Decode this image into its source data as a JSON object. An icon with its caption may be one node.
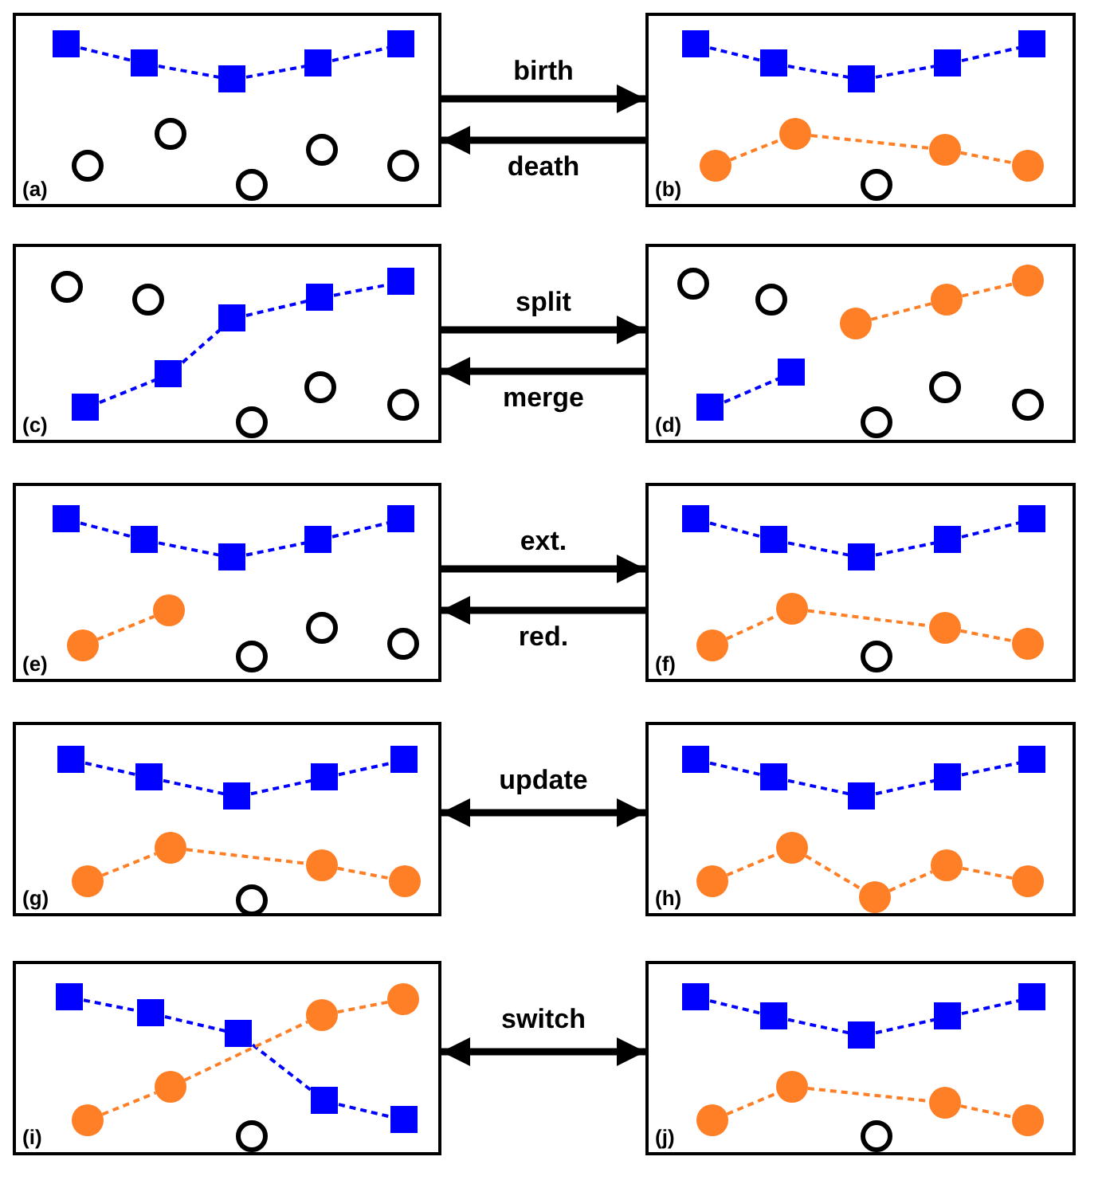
{
  "diagram": {
    "nodes": [
      {
        "text": [
          "(a)"
        ]
      },
      {
        "text": [],
        "shape": "box",
        "in": 0
      },
      {
        "text": [],
        "shape": "box",
        "in": 0
      },
      {
        "text": [],
        "shape": "box",
        "in": 0
      },
      {
        "text": [],
        "shape": "box",
        "in": 0
      },
      {
        "text": [],
        "shape": "box",
        "in": 0
      },
      {
        "text": [],
        "shape": "circle",
        "in": 0
      },
      {
        "text": [],
        "shape": "circle",
        "in": 0
      },
      {
        "text": [],
        "shape": "circle",
        "in": 0
      },
      {
        "text": [],
        "shape": "circle",
        "in": 0
      },
      {
        "text": [],
        "shape": "circle",
        "in": 0
      },
      {
        "text": [
          "(b)"
        ]
      },
      {
        "text": [],
        "shape": "box",
        "in": 11
      },
      {
        "text": [],
        "shape": "box",
        "in": 11
      },
      {
        "text": [],
        "shape": "box",
        "in": 11
      },
      {
        "text": [],
        "shape": "box",
        "in": 11
      },
      {
        "text": [],
        "shape": "box",
        "in": 11
      },
      {
        "text": [],
        "shape": "circle",
        "in": 11
      },
      {
        "text": [],
        "shape": "circle",
        "in": 11
      },
      {
        "text": [],
        "shape": "circle",
        "in": 11
      },
      {
        "text": [],
        "shape": "circle",
        "in": 11
      },
      {
        "text": [],
        "shape": "circle",
        "in": 11
      },
      {
        "text": [
          "(c)"
        ]
      },
      {
        "text": [],
        "shape": "box",
        "in": 22
      },
      {
        "text": [],
        "shape": "box",
        "in": 22
      },
      {
        "text": [],
        "shape": "box",
        "in": 22
      },
      {
        "text": [],
        "shape": "box",
        "in": 22
      },
      {
        "text": [],
        "shape": "box",
        "in": 22
      },
      {
        "text": [],
        "shape": "circle",
        "in": 22
      },
      {
        "text": [],
        "shape": "circle",
        "in": 22
      },
      {
        "text": [],
        "shape": "circle",
        "in": 22
      },
      {
        "text": [],
        "shape": "circle",
        "in": 22
      },
      {
        "text": [],
        "shape": "circle",
        "in": 22
      },
      {
        "text": [
          "(d)"
        ]
      },
      {
        "text": [],
        "shape": "box",
        "in": 33
      },
      {
        "text": [],
        "shape": "box",
        "in": 33
      },
      {
        "text": [],
        "shape": "circle",
        "in": 33
      },
      {
        "text": [],
        "shape": "circle",
        "in": 33
      },
      {
        "text": [],
        "shape": "circle",
        "in": 33
      },
      {
        "text": [],
        "shape": "circle",
        "in": 33
      },
      {
        "text": [],
        "shape": "circle",
        "in": 33
      },
      {
        "text": [],
        "shape": "circle",
        "in": 33
      },
      {
        "text": [],
        "shape": "circle",
        "in": 33
      },
      {
        "text": [],
        "shape": "circle",
        "in": 33
      },
      {
        "text": [
          "(e)"
        ]
      },
      {
        "text": [],
        "shape": "box",
        "in": 44
      },
      {
        "text": [],
        "shape": "box",
        "in": 44
      },
      {
        "text": [],
        "shape": "box",
        "in": 44
      },
      {
        "text": [],
        "shape": "box",
        "in": 44
      },
      {
        "text": [],
        "shape": "box",
        "in": 44
      },
      {
        "text": [],
        "shape": "circle",
        "in": 44
      },
      {
        "text": [],
        "shape": "circle",
        "in": 44
      },
      {
        "text": [],
        "shape": "circle",
        "in": 44
      },
      {
        "text": [],
        "shape": "circle",
        "in": 44
      },
      {
        "text": [],
        "shape": "circle",
        "in": 44
      },
      {
        "text": [
          "(f)"
        ]
      },
      {
        "text": [],
        "shape": "box",
        "in": 55
      },
      {
        "text": [],
        "shape": "box",
        "in": 55
      },
      {
        "text": [],
        "shape": "box",
        "in": 55
      },
      {
        "text": [],
        "shape": "box",
        "in": 55
      },
      {
        "text": [],
        "shape": "box",
        "in": 55
      },
      {
        "text": [],
        "shape": "circle",
        "in": 55
      },
      {
        "text": [],
        "shape": "circle",
        "in": 55
      },
      {
        "text": [],
        "shape": "circle",
        "in": 55
      },
      {
        "text": [],
        "shape": "circle",
        "in": 55
      },
      {
        "text": [],
        "shape": "circle",
        "in": 55
      },
      {
        "text": [
          "(g)"
        ]
      },
      {
        "text": [],
        "shape": "box",
        "in": 66
      },
      {
        "text": [],
        "shape": "box",
        "in": 66
      },
      {
        "text": [],
        "shape": "box",
        "in": 66
      },
      {
        "text": [],
        "shape": "box",
        "in": 66
      },
      {
        "text": [],
        "shape": "box",
        "in": 66
      },
      {
        "text": [],
        "shape": "circle",
        "in": 66
      },
      {
        "text": [],
        "shape": "circle",
        "in": 66
      },
      {
        "text": [],
        "shape": "circle",
        "in": 66
      },
      {
        "text": [],
        "shape": "circle",
        "in": 66
      },
      {
        "text": [],
        "shape": "circle",
        "in": 66
      },
      {
        "text": [
          "(h)"
        ]
      },
      {
        "text": [],
        "shape": "box",
        "in": 77
      },
      {
        "text": [],
        "shape": "box",
        "in": 77
      },
      {
        "text": [],
        "shape": "box",
        "in": 77
      },
      {
        "text": [],
        "shape": "box",
        "in": 77
      },
      {
        "text": [],
        "shape": "box",
        "in": 77
      },
      {
        "text": [],
        "shape": "circle",
        "in": 77
      },
      {
        "text": [],
        "shape": "circle",
        "in": 77
      },
      {
        "text": [],
        "shape": "circle",
        "in": 77
      },
      {
        "text": [],
        "shape": "circle",
        "in": 77
      },
      {
        "text": [],
        "shape": "circle",
        "in": 77
      },
      {
        "text": [
          "(i)"
        ]
      },
      {
        "text": [],
        "shape": "box",
        "in": 88
      },
      {
        "text": [],
        "shape": "box",
        "in": 88
      },
      {
        "text": [],
        "shape": "box",
        "in": 88
      },
      {
        "text": [],
        "shape": "box",
        "in": 88
      },
      {
        "text": [],
        "shape": "box",
        "in": 88
      },
      {
        "text": [],
        "shape": "circle",
        "in": 88
      },
      {
        "text": [],
        "shape": "circle",
        "in": 88
      },
      {
        "text": [],
        "shape": "circle",
        "in": 88
      },
      {
        "text": [],
        "shape": "circle",
        "in": 88
      },
      {
        "text": [],
        "shape": "circle",
        "in": 88
      },
      {
        "text": [
          "(j)"
        ]
      },
      {
        "text": [],
        "shape": "box",
        "in": 99
      },
      {
        "text": [],
        "shape": "box",
        "in": 99
      },
      {
        "text": [],
        "shape": "box",
        "in": 99
      },
      {
        "text": [],
        "shape": "box",
        "in": 99
      },
      {
        "text": [],
        "shape": "box",
        "in": 99
      },
      {
        "text": [],
        "shape": "circle",
        "in": 99
      },
      {
        "text": [],
        "shape": "circle",
        "in": 99
      },
      {
        "text": [],
        "shape": "circle",
        "in": 99
      },
      {
        "text": [],
        "shape": "circle",
        "in": 99
      },
      {
        "text": [],
        "shape": "circle",
        "in": 99
      }
    ],
    "edges": [
      {
        "from": 1,
        "to": 2,
        "arrow": "none",
        "style": "dashed"
      },
      {
        "from": 2,
        "to": 3,
        "arrow": "none",
        "style": "dashed"
      },
      {
        "from": 3,
        "to": 4,
        "arrow": "none",
        "style": "dashed"
      },
      {
        "from": 4,
        "to": 5,
        "arrow": "none",
        "style": "dashed"
      },
      {
        "from": 12,
        "to": 13,
        "arrow": "none",
        "style": "dashed"
      },
      {
        "from": 13,
        "to": 14,
        "arrow": "none",
        "style": "dashed"
      },
      {
        "from": 14,
        "to": 15,
        "arrow": "none",
        "style": "dashed"
      },
      {
        "from": 15,
        "to": 16,
        "arrow": "none",
        "style": "dashed"
      },
      {
        "from": 17,
        "to": 18,
        "arrow": "none",
        "style": "dashed",
        "color": "#ff7f27"
      },
      {
        "from": 18,
        "to": 19,
        "arrow": "none",
        "style": "dashed",
        "color": "#ff7f27"
      },
      {
        "from": 19,
        "to": 20,
        "arrow": "none",
        "style": "dashed",
        "color": "#ff7f27"
      },
      {
        "from": 23,
        "to": 24,
        "arrow": "none",
        "style": "dashed"
      },
      {
        "from": 24,
        "to": 25,
        "arrow": "none",
        "style": "dashed"
      },
      {
        "from": 25,
        "to": 26,
        "arrow": "none",
        "style": "dashed"
      },
      {
        "from": 26,
        "to": 27,
        "arrow": "none",
        "style": "dashed"
      },
      {
        "from": 34,
        "to": 35,
        "arrow": "none",
        "style": "dashed"
      },
      {
        "from": 36,
        "to": 37,
        "arrow": "none",
        "style": "dashed",
        "color": "#ff7f27"
      },
      {
        "from": 37,
        "to": 38,
        "arrow": "none",
        "style": "dashed",
        "color": "#ff7f27"
      },
      {
        "from": 45,
        "to": 46,
        "arrow": "none",
        "style": "dashed"
      },
      {
        "from": 46,
        "to": 47,
        "arrow": "none",
        "style": "dashed"
      },
      {
        "from": 47,
        "to": 48,
        "arrow": "none",
        "style": "dashed"
      },
      {
        "from": 48,
        "to": 49,
        "arrow": "none",
        "style": "dashed"
      },
      {
        "from": 50,
        "to": 51,
        "arrow": "none",
        "style": "dashed",
        "color": "#ff7f27"
      },
      {
        "from": 56,
        "to": 57,
        "arrow": "none",
        "style": "dashed"
      },
      {
        "from": 57,
        "to": 58,
        "arrow": "none",
        "style": "dashed"
      },
      {
        "from": 58,
        "to": 59,
        "arrow": "none",
        "style": "dashed"
      },
      {
        "from": 59,
        "to": 60,
        "arrow": "none",
        "style": "dashed"
      },
      {
        "from": 61,
        "to": 62,
        "arrow": "none",
        "style": "dashed",
        "color": "#ff7f27"
      },
      {
        "from": 62,
        "to": 63,
        "arrow": "none",
        "style": "dashed",
        "color": "#ff7f27"
      },
      {
        "from": 63,
        "to": 64,
        "arrow": "none",
        "style": "dashed",
        "color": "#ff7f27"
      },
      {
        "from": 67,
        "to": 68,
        "arrow": "none",
        "style": "dashed"
      },
      {
        "from": 68,
        "to": 69,
        "arrow": "none",
        "style": "dashed"
      },
      {
        "from": 69,
        "to": 70,
        "arrow": "none",
        "style": "dashed"
      },
      {
        "from": 70,
        "to": 71,
        "arrow": "none",
        "style": "dashed"
      },
      {
        "from": 72,
        "to": 73,
        "arrow": "none",
        "style": "dashed",
        "color": "#ff7f27"
      },
      {
        "from": 73,
        "to": 74,
        "arrow": "none",
        "style": "dashed",
        "color": "#ff7f27"
      },
      {
        "from": 74,
        "to": 75,
        "arrow": "none",
        "style": "dashed",
        "color": "#ff7f27"
      },
      {
        "from": 78,
        "to": 79,
        "arrow": "none",
        "style": "dashed"
      },
      {
        "from": 79,
        "to": 80,
        "arrow": "none",
        "style": "dashed"
      },
      {
        "from": 80,
        "to": 81,
        "arrow": "none",
        "style": "dashed"
      },
      {
        "from": 81,
        "to": 82,
        "arrow": "none",
        "style": "dashed"
      },
      {
        "from": 83,
        "to": 84,
        "arrow": "none",
        "style": "dashed",
        "color": "#ff7f27"
      },
      {
        "from": 84,
        "to": 85,
        "arrow": "none",
        "style": "dashed",
        "color": "#ff7f27"
      },
      {
        "from": 85,
        "to": 86,
        "arrow": "none",
        "style": "dashed",
        "color": "#ff7f27"
      },
      {
        "from": 86,
        "to": 87,
        "arrow": "none",
        "style": "dashed",
        "color": "#ff7f27"
      },
      {
        "from": 89,
        "to": 90,
        "arrow": "none",
        "style": "dashed"
      },
      {
        "from": 90,
        "to": 91,
        "arrow": "none",
        "style": "dashed"
      },
      {
        "from": 91,
        "to": 92,
        "arrow": "none",
        "style": "dashed"
      },
      {
        "from": 92,
        "to": 93,
        "arrow": "none",
        "style": "dashed"
      },
      {
        "from": 94,
        "to": 95,
        "arrow": "none",
        "style": "dashed",
        "color": "#ff7f27"
      },
      {
        "from": 95,
        "to": 96,
        "arrow": "none",
        "style": "dashed",
        "color": "#ff7f27"
      },
      {
        "from": 96,
        "to": 97,
        "arrow": "none",
        "style": "dashed",
        "color": "#ff7f27"
      },
      {
        "from": 100,
        "to": 101,
        "arrow": "none",
        "style": "dashed"
      },
      {
        "from": 101,
        "to": 102,
        "arrow": "none",
        "style": "dashed"
      },
      {
        "from": 102,
        "to": 103,
        "arrow": "none",
        "style": "dashed"
      },
      {
        "from": 103,
        "to": 104,
        "arrow": "none",
        "style": "dashed"
      },
      {
        "from": 105,
        "to": 106,
        "arrow": "none",
        "style": "dashed",
        "color": "#ff7f27"
      },
      {
        "from": 106,
        "to": 107,
        "arrow": "none",
        "style": "dashed",
        "color": "#ff7f27"
      },
      {
        "from": 107,
        "to": 108,
        "arrow": "none",
        "style": "dashed",
        "color": "#ff7f27"
      },
      {
        "from": 0,
        "to": 11,
        "arrow": "to",
        "label": "birth",
        "style": "thick",
        "color": "#000000"
      },
      {
        "from": 11,
        "to": 0,
        "arrow": "to",
        "label": "death",
        "style": "thick",
        "color": "#000000"
      },
      {
        "from": 22,
        "to": 33,
        "arrow": "to",
        "label": "split",
        "style": "thick",
        "color": "#000000"
      },
      {
        "from": 33,
        "to": 22,
        "arrow": "to",
        "label": "merge",
        "style": "thick",
        "color": "#000000"
      },
      {
        "from": 44,
        "to": 55,
        "arrow": "to",
        "label": "ext.",
        "style": "thick",
        "color": "#000000"
      },
      {
        "from": 55,
        "to": 44,
        "arrow": "to",
        "label": "red.",
        "style": "thick",
        "color": "#000000"
      },
      {
        "from": 66,
        "to": 77,
        "arrow": "both",
        "label": "update",
        "style": "thick",
        "color": "#000000"
      },
      {
        "from": 88,
        "to": 99,
        "arrow": "both",
        "label": "switch",
        "style": "thick",
        "color": "#000000"
      }
    ]
  }
}
